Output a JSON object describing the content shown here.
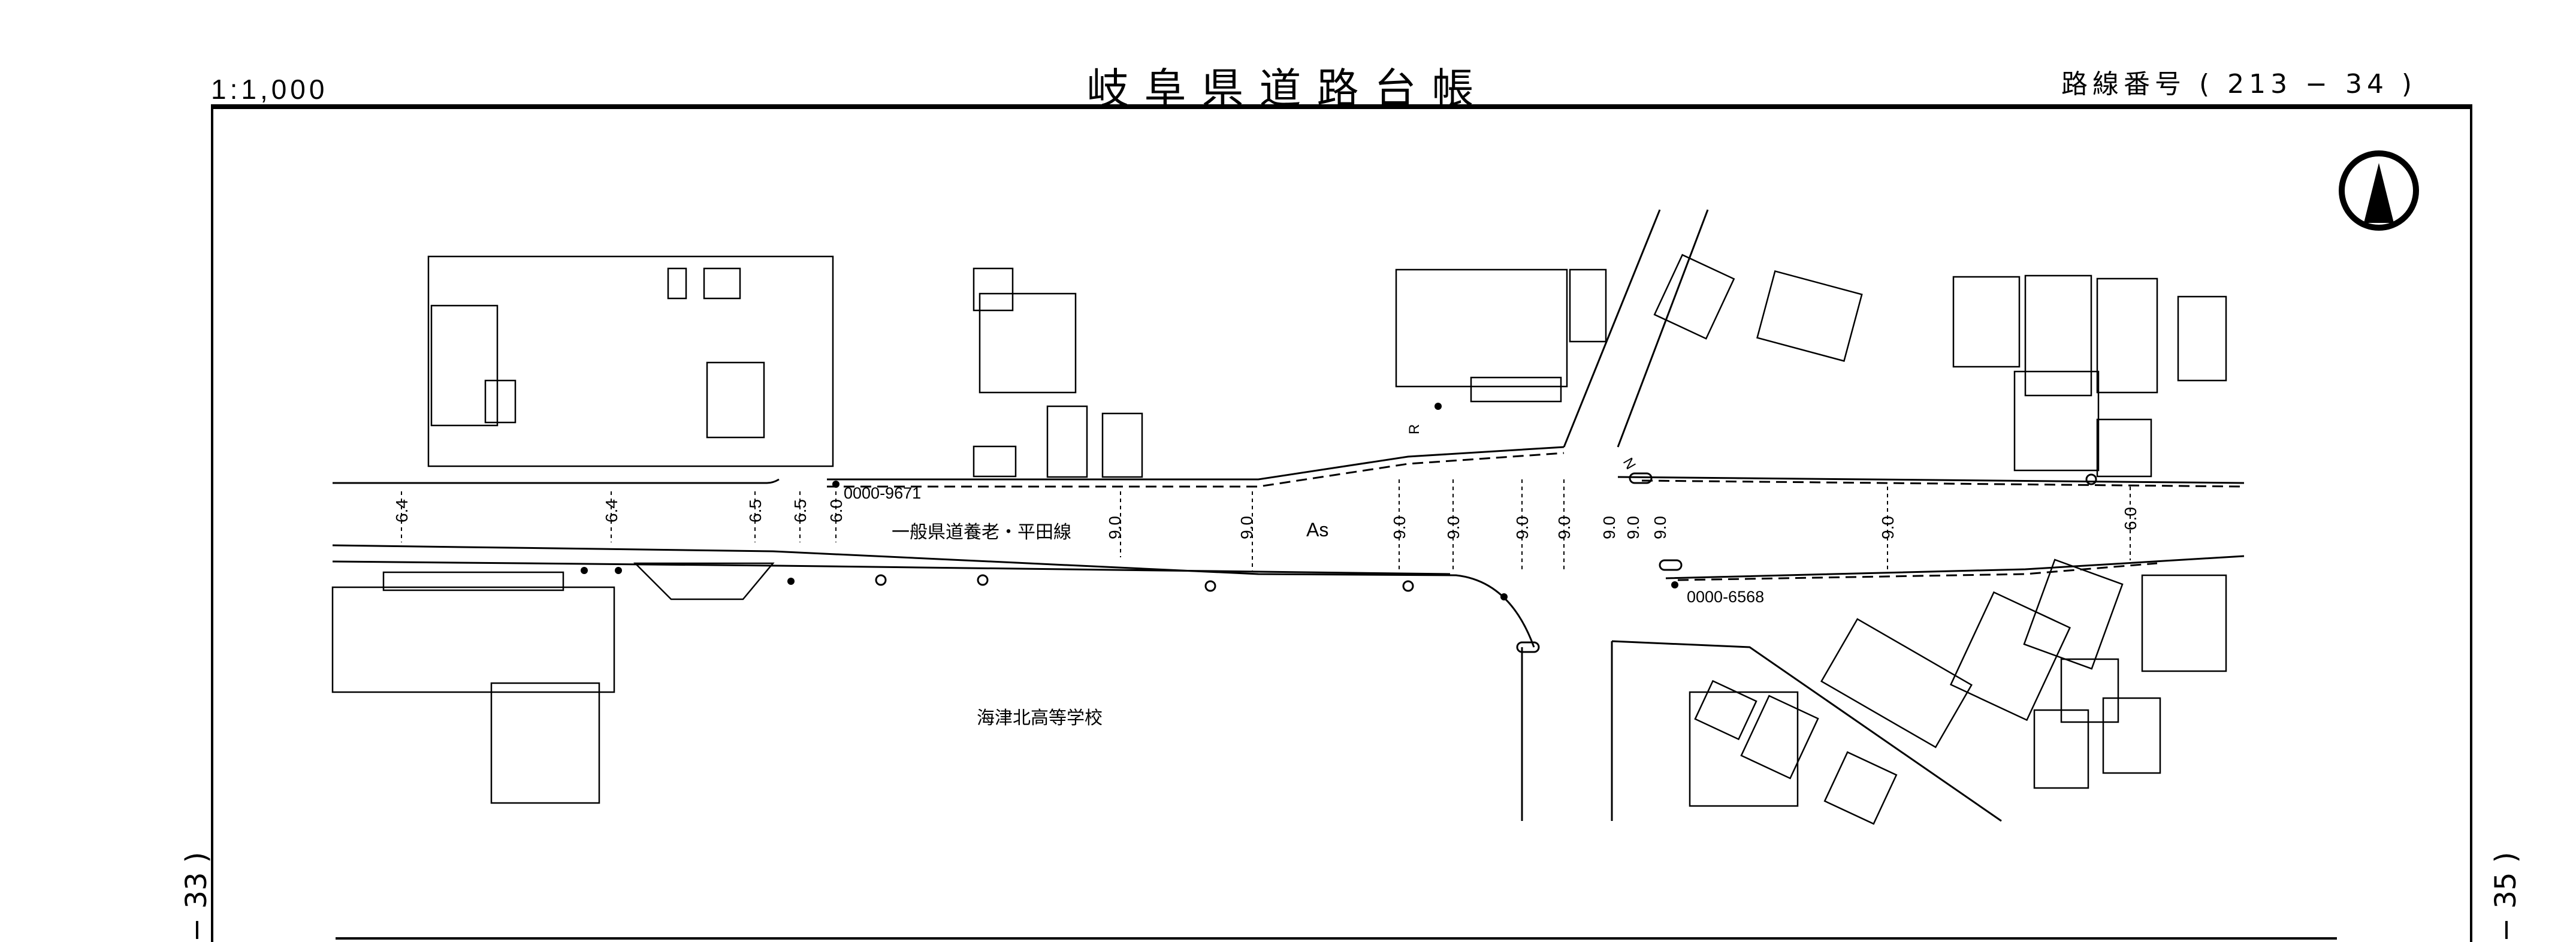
{
  "header": {
    "scale": "1:1,000",
    "title": "岐阜県道路台帳",
    "route_number": "路線番号 ( 213 − 34 )"
  },
  "page_numbers": {
    "left": "− 33 )",
    "right": "− 35 )"
  },
  "map": {
    "road_name": "一般県道養老・平田線",
    "surface": "As",
    "school_name": "海津北高等学校",
    "boundary_markers": [
      "0000-9671",
      "0000-6568"
    ],
    "road_widths": [
      "6.4",
      "6.4",
      "6.5",
      "6.5",
      "6.0",
      "9.0",
      "9.0",
      "9.0",
      "9.0",
      "9.0",
      "9.0",
      "9.0",
      "9.0",
      "9.0",
      "9.0",
      "6.0"
    ],
    "small_labels": {
      "r_mark": "R",
      "n_mark": "N"
    },
    "north_arrow": "north-arrow-icon"
  }
}
